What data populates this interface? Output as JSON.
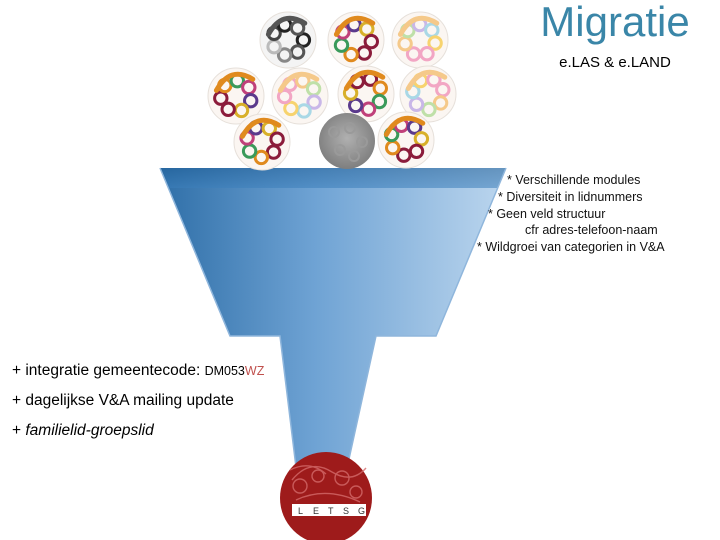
{
  "header": {
    "title": "Migratie",
    "subtitle": "e.LAS & e.LAND"
  },
  "issues": [
    "* Verschillende modules",
    "* Diversiteit in lidnummers",
    "* Geen veld structuur",
    "cfr adres-telefoon-naam",
    "* Wildgroei van categorien in V&A"
  ],
  "additions": {
    "item1_prefix": "+ integratie gemeentecode: ",
    "item1_code": "DM053",
    "item1_code_tail": "WZ",
    "item2": "+ dagelijkse V&A mailing update",
    "item3_plus": "+ ",
    "item3": "familielid-groepslid"
  },
  "logo": {
    "letters": [
      "L",
      "E",
      "T",
      "S",
      "G"
    ]
  },
  "colors": {
    "title": "#3a86a8",
    "funnel_top": "#2f6fa8",
    "funnel_light": "#bcd6ee",
    "result_circle": "#9e1b1b",
    "code_tail": "#c0504d"
  }
}
